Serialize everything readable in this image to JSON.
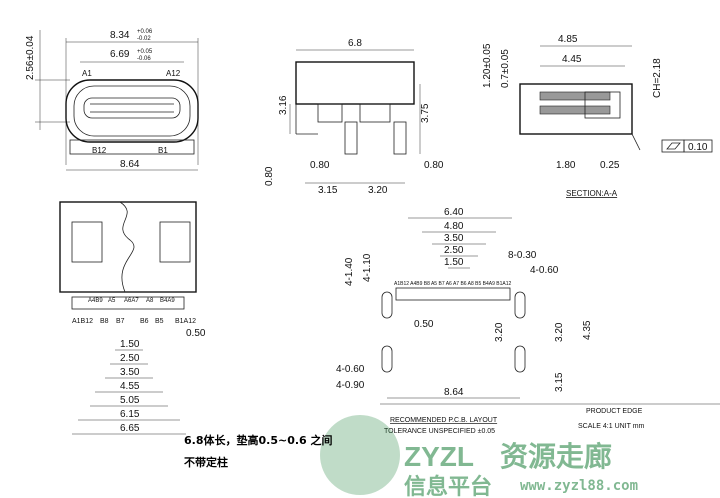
{
  "front_view": {
    "width_outer": "8.34",
    "width_outer_tol_plus": "+0.06",
    "width_outer_tol_minus": "-0.02",
    "width_inner": "6.69",
    "width_inner_tol_plus": "+0.05",
    "width_inner_tol_minus": "-0.06",
    "height": "2.56±0.04",
    "pin_a1": "A1",
    "pin_a12": "A12",
    "pin_b12": "B12",
    "pin_b1": "B1",
    "overall_width": "8.64"
  },
  "side_view": {
    "length": "6.8",
    "h1": "3.16",
    "h2": "3.75",
    "foot_left": "0.80",
    "foot_right": "0.80",
    "foot_vertical": "0.80",
    "pitch1": "3.15",
    "pitch2": "3.20"
  },
  "section_view": {
    "d1": "4.85",
    "d2": "4.45",
    "v1": "1.20±0.05",
    "v2": "0.7±0.05",
    "ch": "CH=2.18",
    "b1": "1.80",
    "b2": "0.25",
    "flatness": "0.10",
    "title": "SECTION:A-A"
  },
  "bottom_view": {
    "pin_top": [
      "A4B9",
      "A5",
      "A6A7",
      "A8",
      "B4A9"
    ],
    "pin_bottom": [
      "A1B12",
      "B8",
      "B7",
      "B6",
      "B5",
      "B1A12"
    ],
    "pitch": "0.50",
    "dims": [
      "1.50",
      "2.50",
      "3.50",
      "4.55",
      "5.05",
      "6.15",
      "6.65"
    ]
  },
  "pcb_layout": {
    "top_dims": [
      "6.40",
      "4.80",
      "3.50",
      "2.50",
      "1.50"
    ],
    "pad_width": "8-0.30",
    "slot_width": "4-0.60",
    "left_v1": "4-1.40",
    "left_v2": "4-1.10",
    "pad_labels": "A1B12 A4B9 B8 A5 B7 A6 A7 B6 A8 B5 B4A9 B1A12",
    "pitch": "0.50",
    "v1": "3.20",
    "v2": "3.20",
    "v3": "4.35",
    "hole1": "4-0.60",
    "hole2": "4-0.90",
    "width": "8.64",
    "edge_dist": "3.15",
    "product_edge": "PRODUCT EDGE",
    "title": "RECOMMENDED  P.C.B. LAYOUT",
    "tolerance": "TOLERANCE UNSPECIFIED ±0.05",
    "scale": "SCALE  4:1   UNIT   mm"
  },
  "caption": {
    "line1": "6.8体长，垫高0.5~0.6 之间",
    "line2": "不带定柱"
  },
  "watermark": {
    "logo": "ZYZL",
    "name": "资源走廊",
    "sub": "信息平台",
    "url": "www.zyzl88.com",
    "color": "#2f8a4a"
  }
}
